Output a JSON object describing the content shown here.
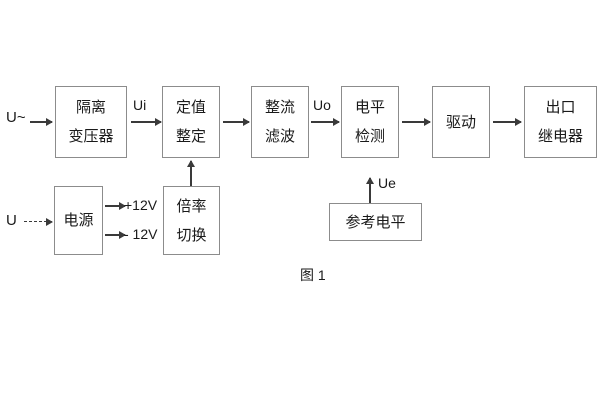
{
  "figure": {
    "caption": "图 1",
    "stroke_color": "#8c8c8c",
    "arrow_color": "#3a3a3a",
    "background": "#ffffff"
  },
  "signal_labels": {
    "input_ac": "U~",
    "input_dc": "U",
    "ui": "Ui",
    "uo": "Uo",
    "ue": "Ue",
    "pos12v": "+12V",
    "neg12v": "- 12V"
  },
  "blocks": [
    {
      "id": "isolation-transformer",
      "line1": "隔离",
      "line2": "变压器"
    },
    {
      "id": "setting-value",
      "line1": "定值",
      "line2": "整定"
    },
    {
      "id": "rectifier-filter",
      "line1": "整流",
      "line2": "滤波"
    },
    {
      "id": "level-detection",
      "line1": "电平",
      "line2": "检测"
    },
    {
      "id": "drive",
      "line1": "驱动",
      "line2": ""
    },
    {
      "id": "output-relay",
      "line1": "出口",
      "line2": "继电器"
    },
    {
      "id": "power-supply",
      "line1": "电源",
      "line2": ""
    },
    {
      "id": "multiplier-switch",
      "line1": "倍率",
      "line2": "切换"
    },
    {
      "id": "reference-level",
      "line1": "参考电平",
      "line2": ""
    }
  ]
}
